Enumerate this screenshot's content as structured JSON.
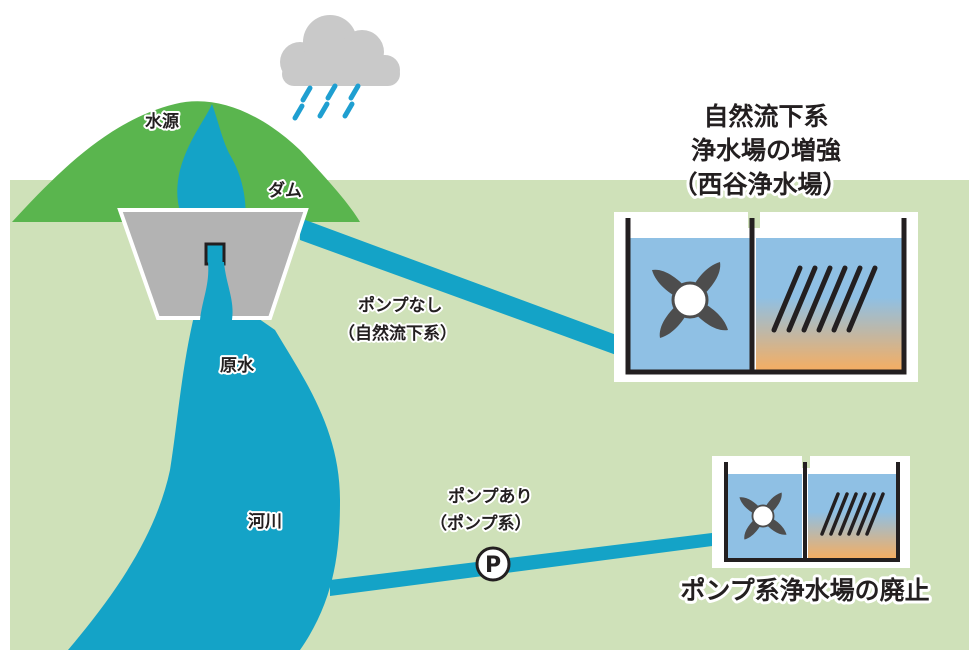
{
  "labels": {
    "water_source": "水源",
    "dam": "ダム",
    "raw_water": "原水",
    "river": "河川",
    "no_pump_line1": "ポンプなし",
    "no_pump_line2": "（自然流下系）",
    "with_pump_line1": "ポンプあり",
    "with_pump_line2": "（ポンプ系）",
    "pump_symbol": "P",
    "gravity_plant_line1": "自然流下系",
    "gravity_plant_line2": "浄水場の増強",
    "gravity_plant_line3": "（西谷浄水場）",
    "pump_plant_abolish": "ポンプ系浄水場の廃止"
  },
  "colors": {
    "background_field": "#cfe1b9",
    "mountain": "#5ab54e",
    "water": "#14a3c7",
    "dam": "#b3b3b3",
    "cloud": "#c9c9c9",
    "rain": "#1f9fd1",
    "tank_water": "#8fc0e4",
    "sediment": "#f4ae63",
    "outline": "#231f20"
  },
  "icons": [
    "rain-cloud-icon",
    "mixer-icon",
    "settling-plates-icon",
    "pump-icon"
  ]
}
